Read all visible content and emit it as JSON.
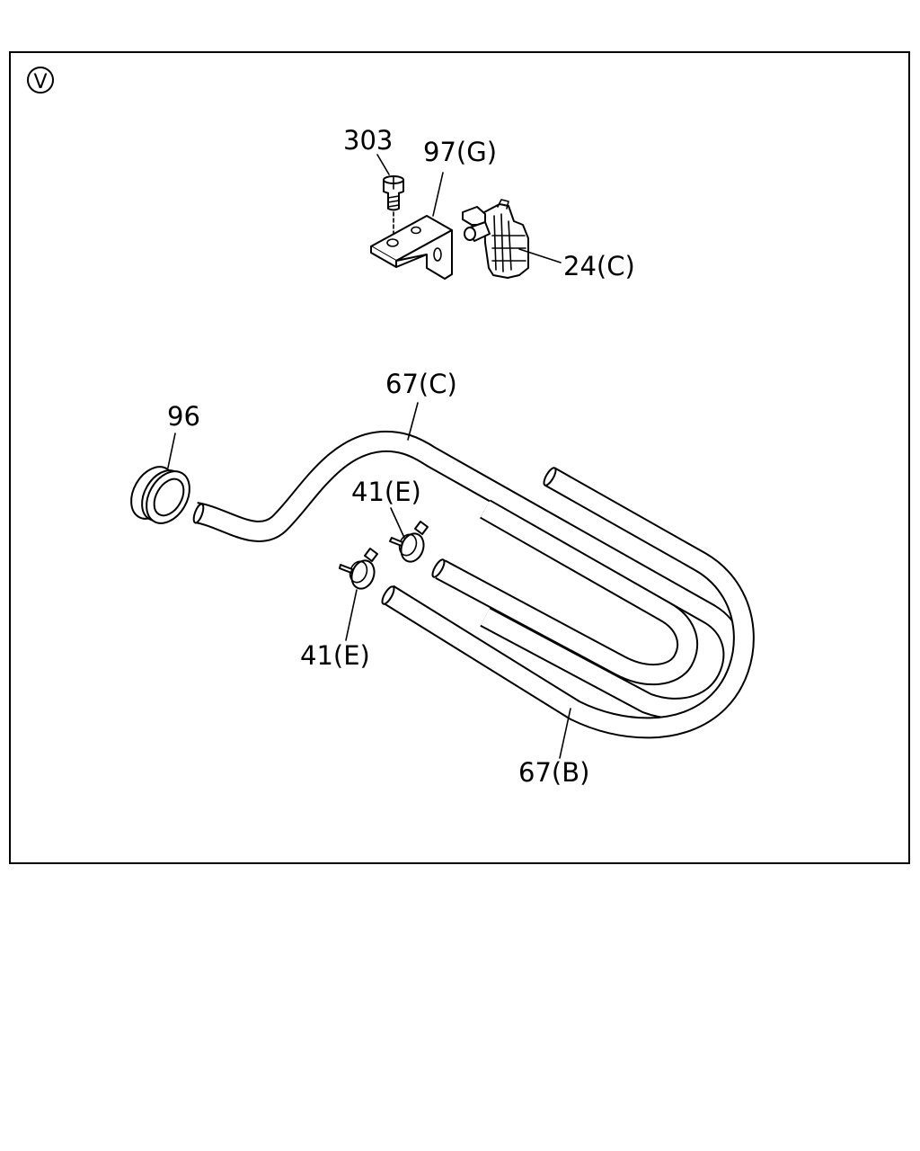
{
  "view_marker": "V",
  "callouts": [
    {
      "id": "bolt",
      "text": "303"
    },
    {
      "id": "bracket",
      "text": "97(G)"
    },
    {
      "id": "connector",
      "text": "24(C)"
    },
    {
      "id": "grommet",
      "text": "96"
    },
    {
      "id": "hose-c",
      "text": "67(C)"
    },
    {
      "id": "clamp-upper",
      "text": "41(E)"
    },
    {
      "id": "clamp-lower",
      "text": "41(E)"
    },
    {
      "id": "hose-b",
      "text": "67(B)"
    }
  ]
}
